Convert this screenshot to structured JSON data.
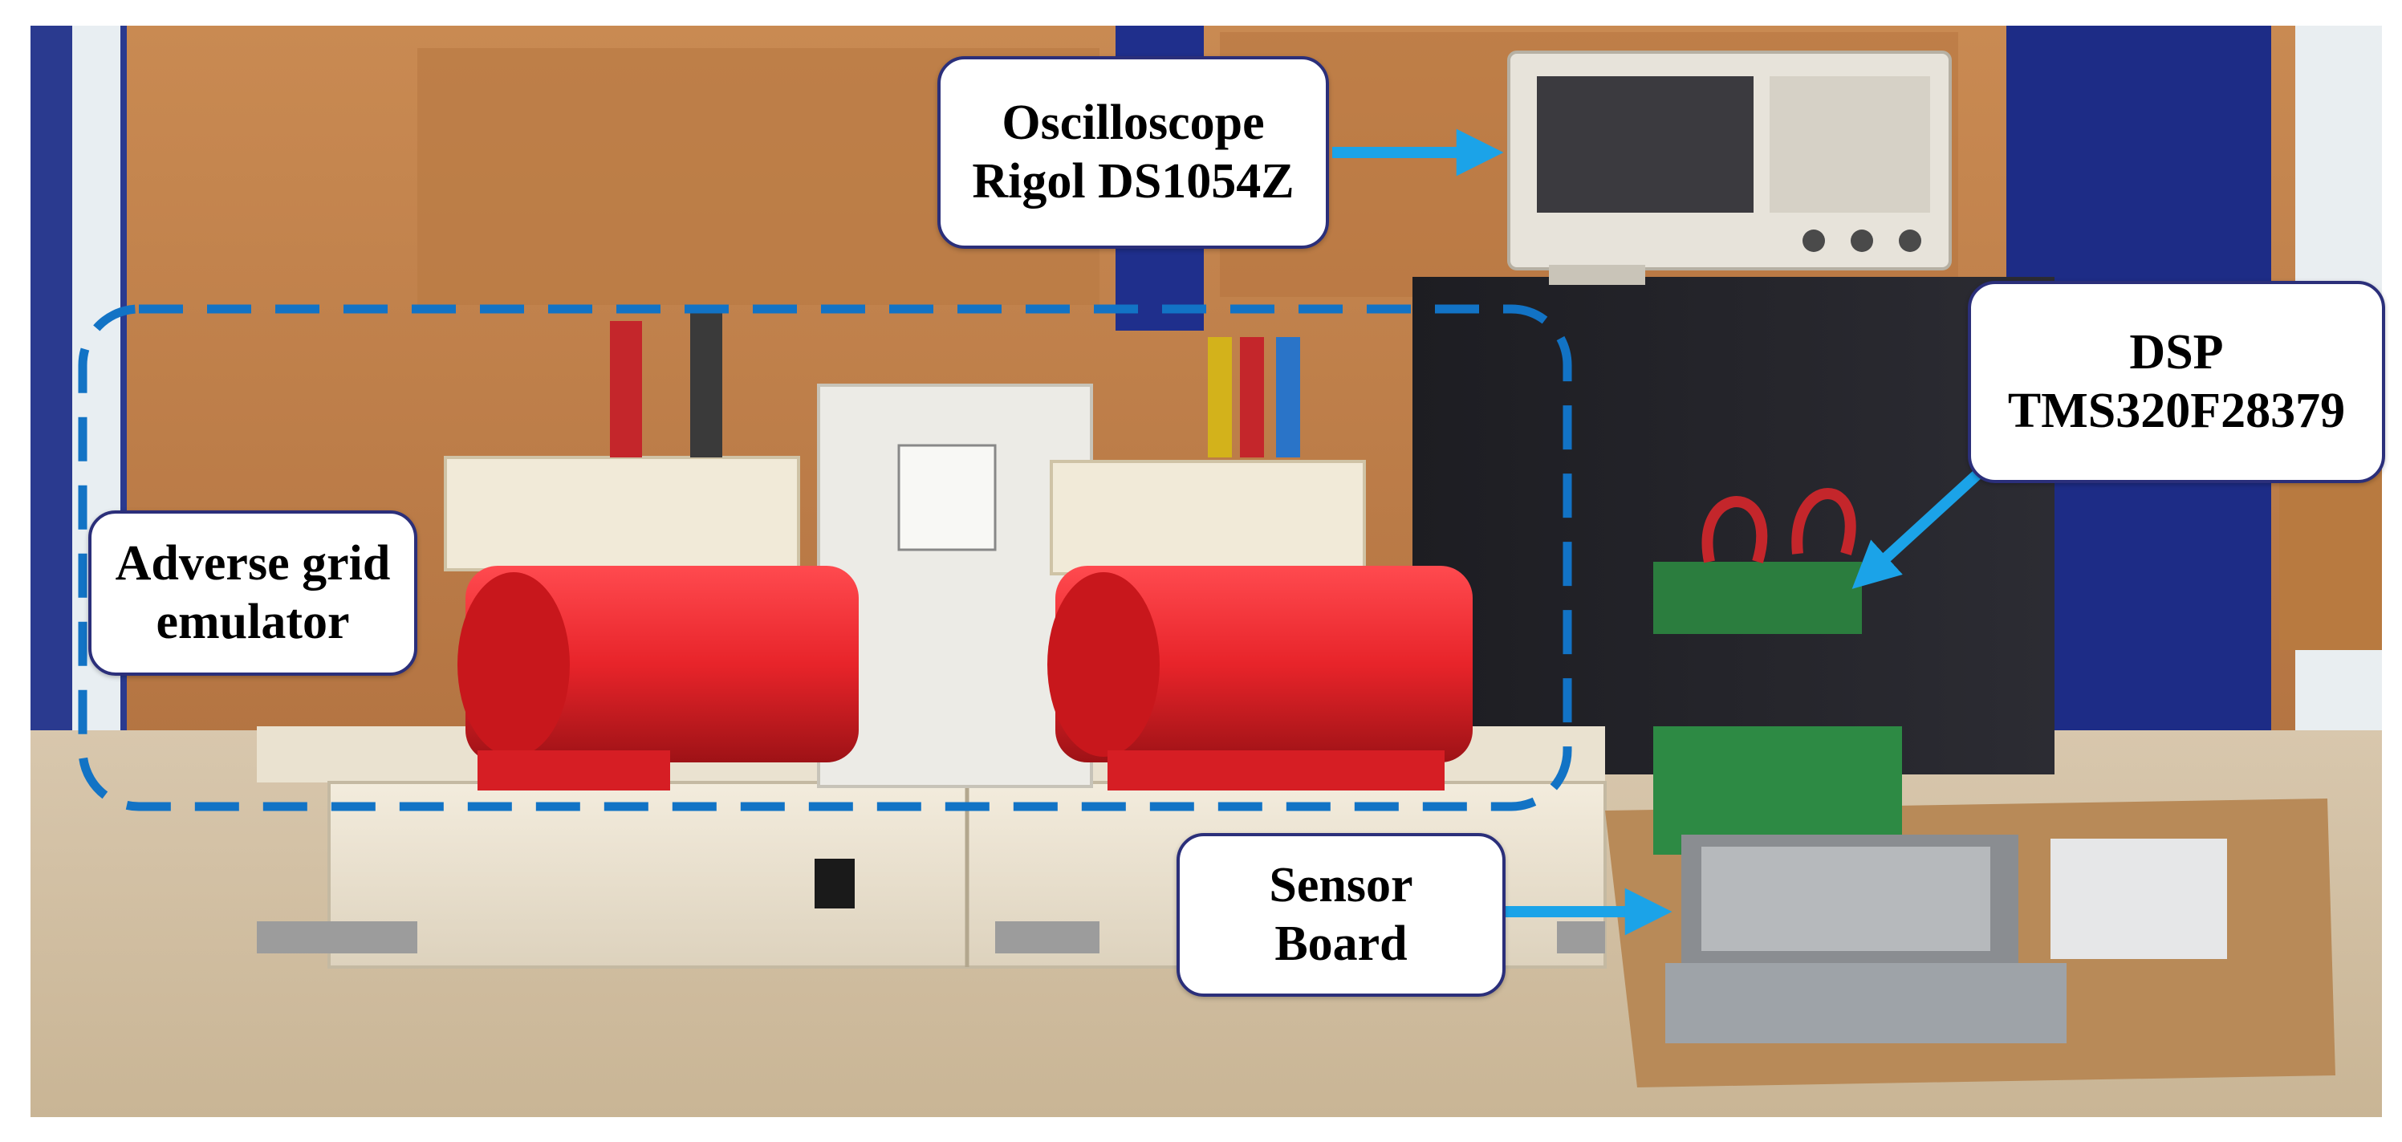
{
  "labels": {
    "oscilloscope": {
      "line1": "Oscilloscope",
      "line2": "Rigol DS1054Z"
    },
    "dsp": {
      "line1": "DSP",
      "line2": "TMS320F28379"
    },
    "emulator": {
      "line1": "Adverse grid",
      "line2": "emulator"
    },
    "sensor": {
      "line1": "Sensor",
      "line2": "Board"
    }
  },
  "colors": {
    "arrow": "#1ba3e8",
    "dashed_box": "#1273c5",
    "callout_border": "#2b2f7a",
    "motor_red": "#e8242a"
  }
}
